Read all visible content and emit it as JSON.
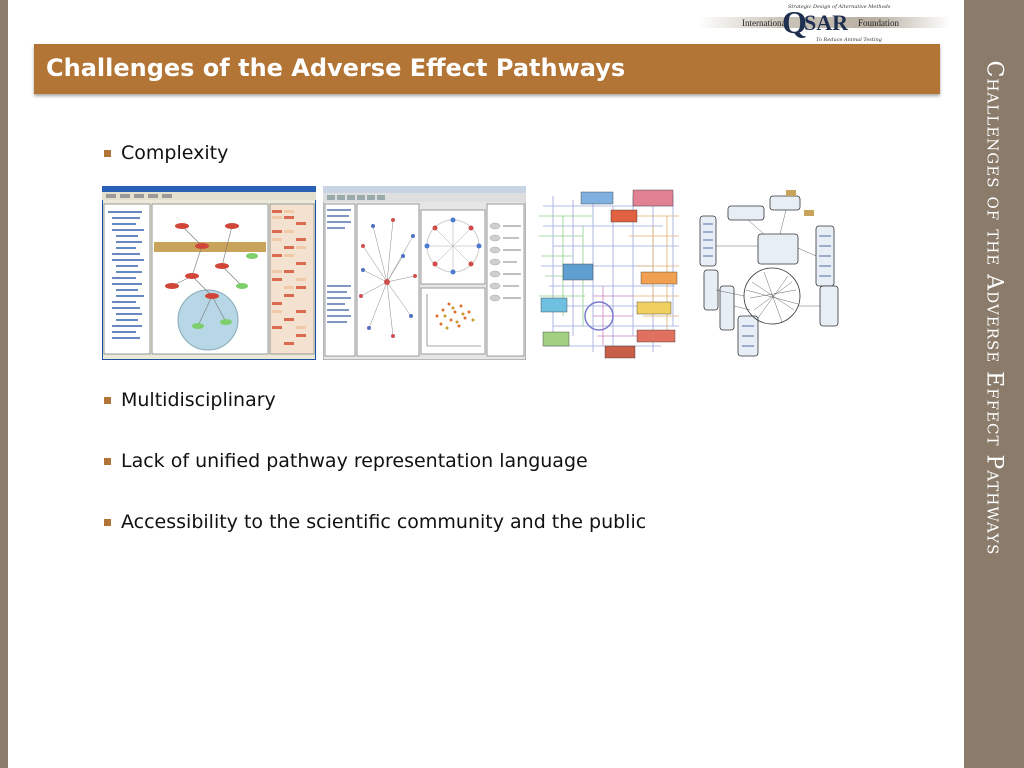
{
  "logo": {
    "tagline": "Strategic Design of Alternative Methods",
    "left_word": "International",
    "brand_q": "Q",
    "brand_sar": "SAR",
    "right_word": "Foundation",
    "subline": "To Reduce Animal Testing"
  },
  "slide": {
    "title": "Challenges of the Adverse Effect Pathways",
    "side_title": "Challenges of the Adverse Effect Pathways"
  },
  "bullets": [
    "Complexity",
    "Multidisciplinary",
    "Lack of unified pathway representation language",
    "Accessibility to the scientific community and the public"
  ],
  "thumbnails": [
    {
      "kind": "pathway-editor-screenshot"
    },
    {
      "kind": "network-analysis-screenshot"
    },
    {
      "kind": "metabolic-pathway-map"
    },
    {
      "kind": "signaling-network-diagram"
    }
  ],
  "colors": {
    "accent": "#b37536",
    "side_bar": "#8a7b6b",
    "text": "#111111"
  }
}
